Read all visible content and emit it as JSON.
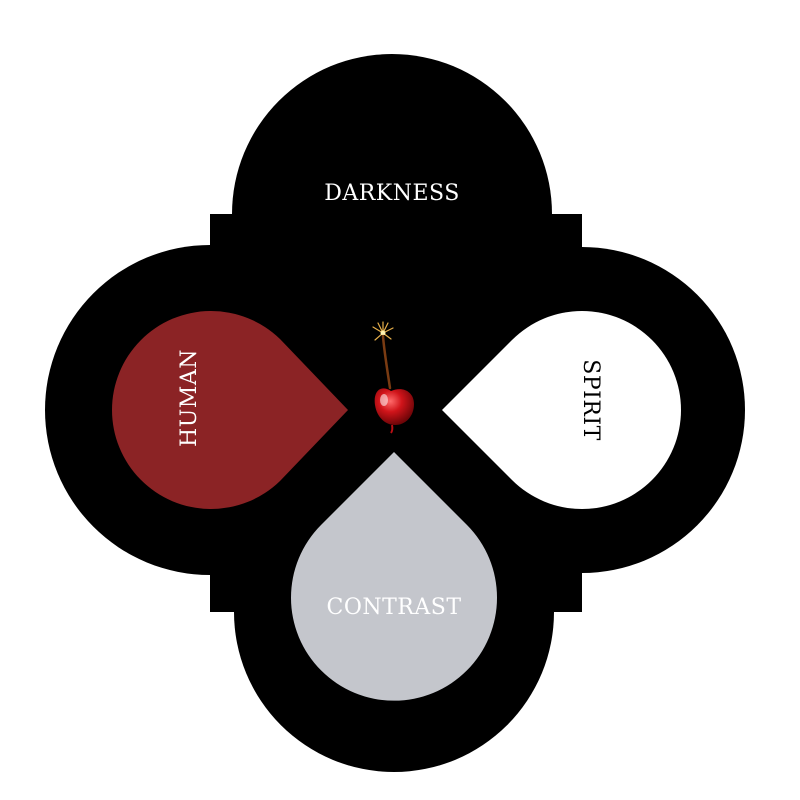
{
  "diagram": {
    "labels": {
      "top": "DARKNESS",
      "left": "HUMAN",
      "right": "SPIRIT",
      "bottom": "CONTRAST"
    },
    "colors": {
      "background": "#ffffff",
      "outer_shape": "#000000",
      "human_petal": "#8b2325",
      "spirit_petal": "#ffffff",
      "contrast_petal": "#c4c6cc",
      "darkness_text": "#ffffff",
      "human_text": "#ffffff",
      "spirit_text": "#000000",
      "contrast_text": "#ffffff",
      "cherry": "#d0141a"
    },
    "center_icon": "cherry-bomb-icon"
  }
}
